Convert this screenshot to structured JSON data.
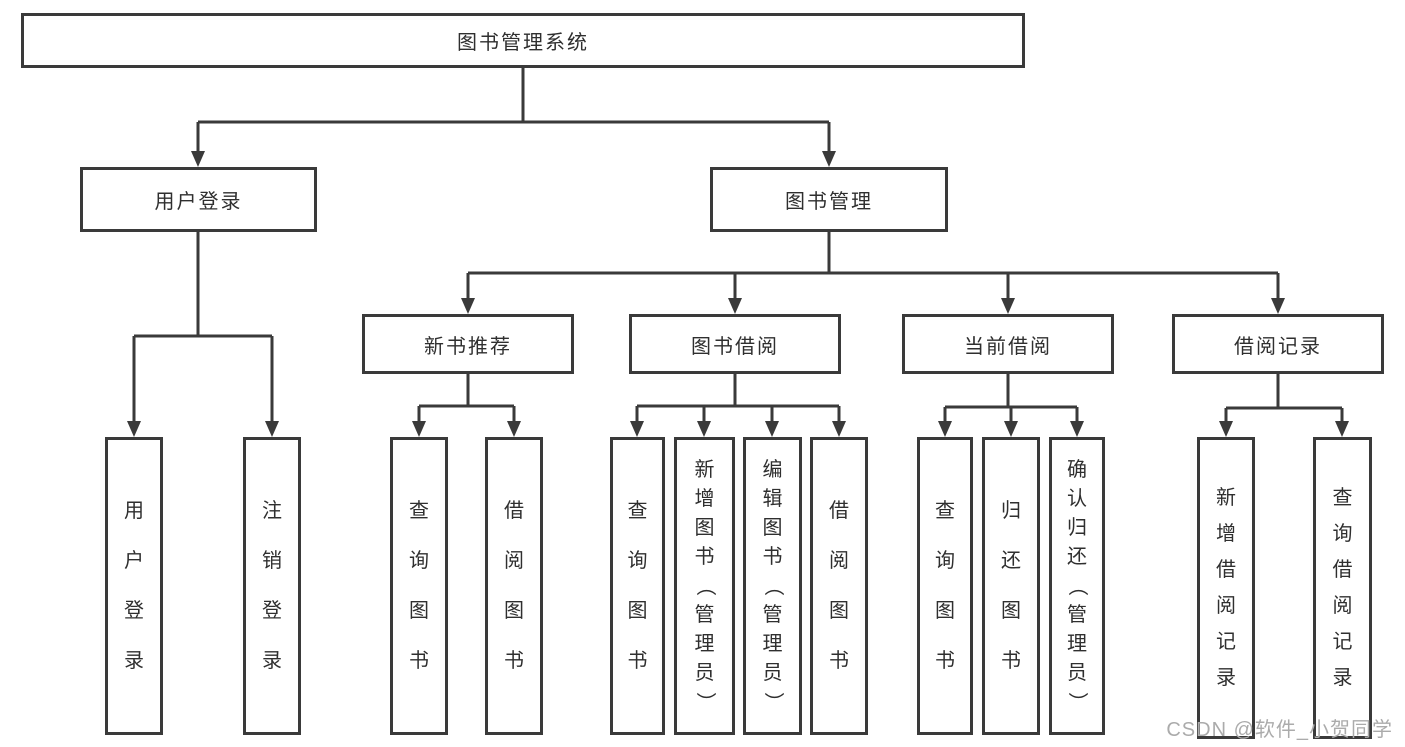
{
  "diagram": {
    "root": {
      "label": "图书管理系统"
    },
    "level2": [
      {
        "label": "用户登录"
      },
      {
        "label": "图书管理"
      }
    ],
    "level3": [
      {
        "label": "新书推荐"
      },
      {
        "label": "图书借阅"
      },
      {
        "label": "当前借阅"
      },
      {
        "label": "借阅记录"
      }
    ],
    "leaves": [
      {
        "label": "用户登录"
      },
      {
        "label": "注销登录"
      },
      {
        "label": "查询图书"
      },
      {
        "label": "借阅图书"
      },
      {
        "label": "查询图书"
      },
      {
        "label": "新增图书（管理员）"
      },
      {
        "label": "编辑图书（管理员）"
      },
      {
        "label": "借阅图书"
      },
      {
        "label": "查询图书"
      },
      {
        "label": "归还图书"
      },
      {
        "label": "确认归还（管理员）"
      },
      {
        "label": "新增借阅记录"
      },
      {
        "label": "查询借阅记录"
      }
    ]
  },
  "watermark": {
    "text": "CSDN @软件_小贺同学"
  },
  "colors": {
    "line": "#3a3a3a",
    "box_border": "#3a3a3a",
    "text": "#2f2f2f",
    "watermark": "#ababab",
    "background": "#ffffff"
  }
}
